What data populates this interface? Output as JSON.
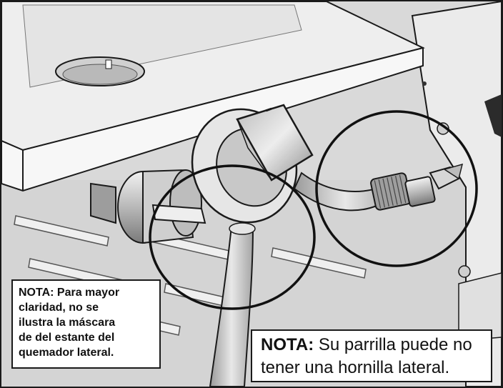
{
  "note_left": {
    "lines": [
      "NOTA: Para mayor",
      "claridad, no se",
      "ilustra la máscara",
      "de del estante del",
      "quemador lateral."
    ]
  },
  "note_right": {
    "label": "NOTA:",
    "line1_rest": " Su parrilla puede no",
    "line2": "tener una hornilla lateral."
  },
  "colors": {
    "outline": "#1a1a1a",
    "metal_light": "#e6e6e6",
    "metal_mid": "#c4c4c4",
    "metal_dark": "#8c8c8c"
  }
}
